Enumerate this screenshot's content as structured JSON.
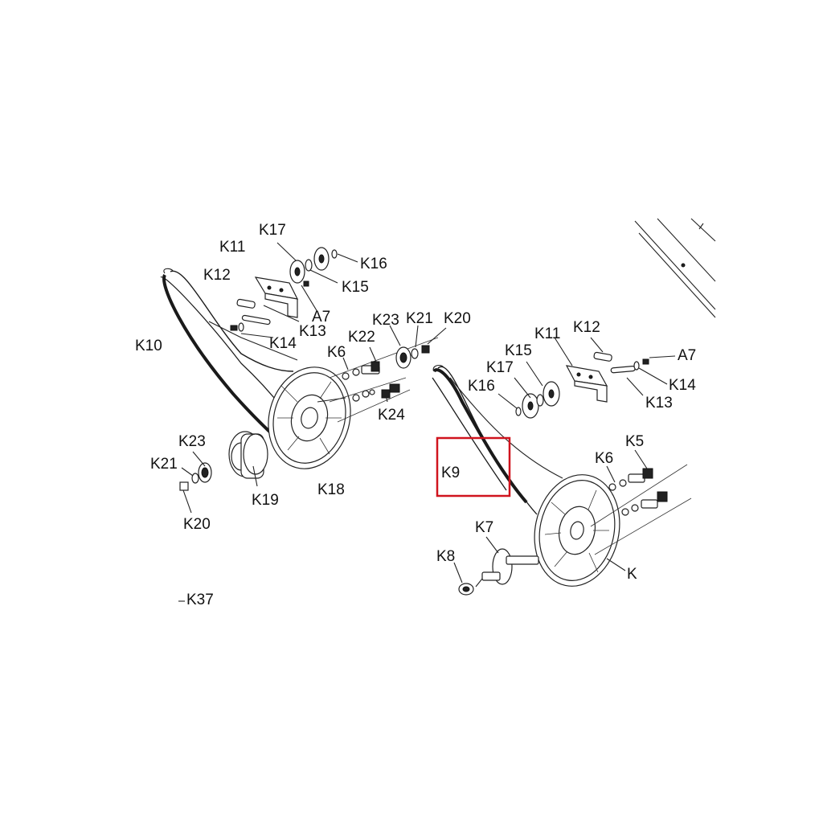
{
  "diagram": {
    "highlight_color": "#d0141e",
    "line_color": "#222222",
    "background": "#ffffff",
    "labels": {
      "left": {
        "k17": "K17",
        "k11": "K11",
        "k16": "K16",
        "k12": "K12",
        "k15": "K15",
        "a7": "A7",
        "k13": "K13",
        "k10": "K10",
        "k14": "K14",
        "k23": "K23",
        "k21": "K21",
        "k20": "K20",
        "k22": "K22",
        "k6": "K6",
        "k24": "K24",
        "k23b": "K23",
        "k21b": "K21",
        "k20b": "K20",
        "k19": "K19",
        "k18": "K18",
        "k37": "K37"
      },
      "right": {
        "k12": "K12",
        "k11": "K11",
        "a7": "A7",
        "k15": "K15",
        "k17": "K17",
        "k16": "K16",
        "k14": "K14",
        "k13": "K13",
        "k9": "K9",
        "k5": "K5",
        "k6": "K6",
        "k7": "K7",
        "k8": "K8",
        "k": "K"
      }
    }
  }
}
